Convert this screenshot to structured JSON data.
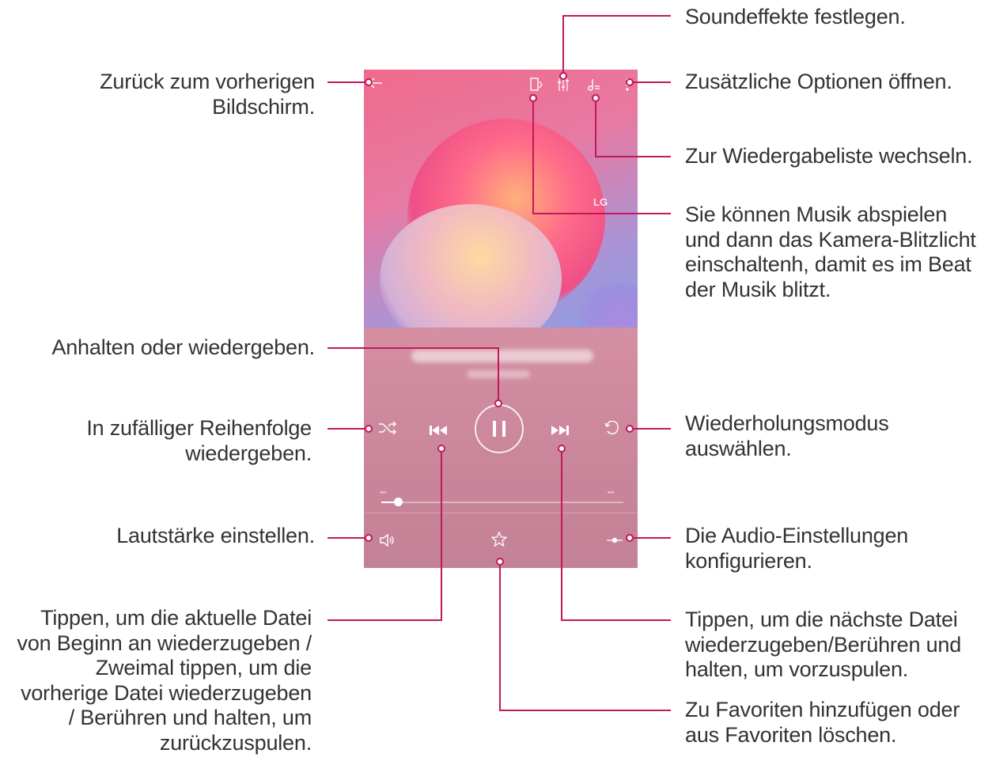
{
  "labels": {
    "back": "Zurück zum vorherigen\nBildschirm.",
    "sound_effects": "Soundeffekte festlegen.",
    "more_options": "Zusätzliche Optionen öffnen.",
    "playlist": "Zur Wiedergabeliste wechseln.",
    "flash": "Sie können Musik abspielen\nund dann das Kamera-Blitzlicht\neinschaltenh, damit es im Beat\nder Musik blitzt.",
    "pause_play": "Anhalten oder wiedergeben.",
    "shuffle": "In zufälliger Reihenfolge\nwiedergeben.",
    "repeat": "Wiederholungsmodus\nauswählen.",
    "volume": "Lautstärke einstellen.",
    "audio_settings": "Die Audio-Einstellungen\nkonfigurieren.",
    "previous": "Tippen, um die aktuelle Datei\nvon Beginn an wiederzugeben /\nZweimal tippen, um die\nvorherige Datei wiederzugeben\n/ Berühren und halten, um\nzurückzuspulen.",
    "next": "Tippen, um die nächste Datei\nwiederzugeben/Berühren und\nhalten, um vorzuspulen.",
    "favorites": "Zu Favoriten hinzufügen oder\naus Favoriten löschen."
  },
  "player": {
    "logo": "LG",
    "progress_fraction": 0.07
  },
  "colors": {
    "callout": "#c2185b",
    "panel": "#cf8ea2"
  },
  "icons": {
    "back": "back-arrow-icon",
    "flash": "flash-beat-icon",
    "equalizer": "sound-effects-icon",
    "playlist": "playlist-icon",
    "more": "more-options-icon",
    "shuffle": "shuffle-icon",
    "previous": "previous-icon",
    "pause": "pause-icon",
    "next": "next-icon",
    "repeat": "repeat-icon",
    "volume": "volume-icon",
    "favorite": "star-icon",
    "audio": "audio-settings-icon"
  }
}
